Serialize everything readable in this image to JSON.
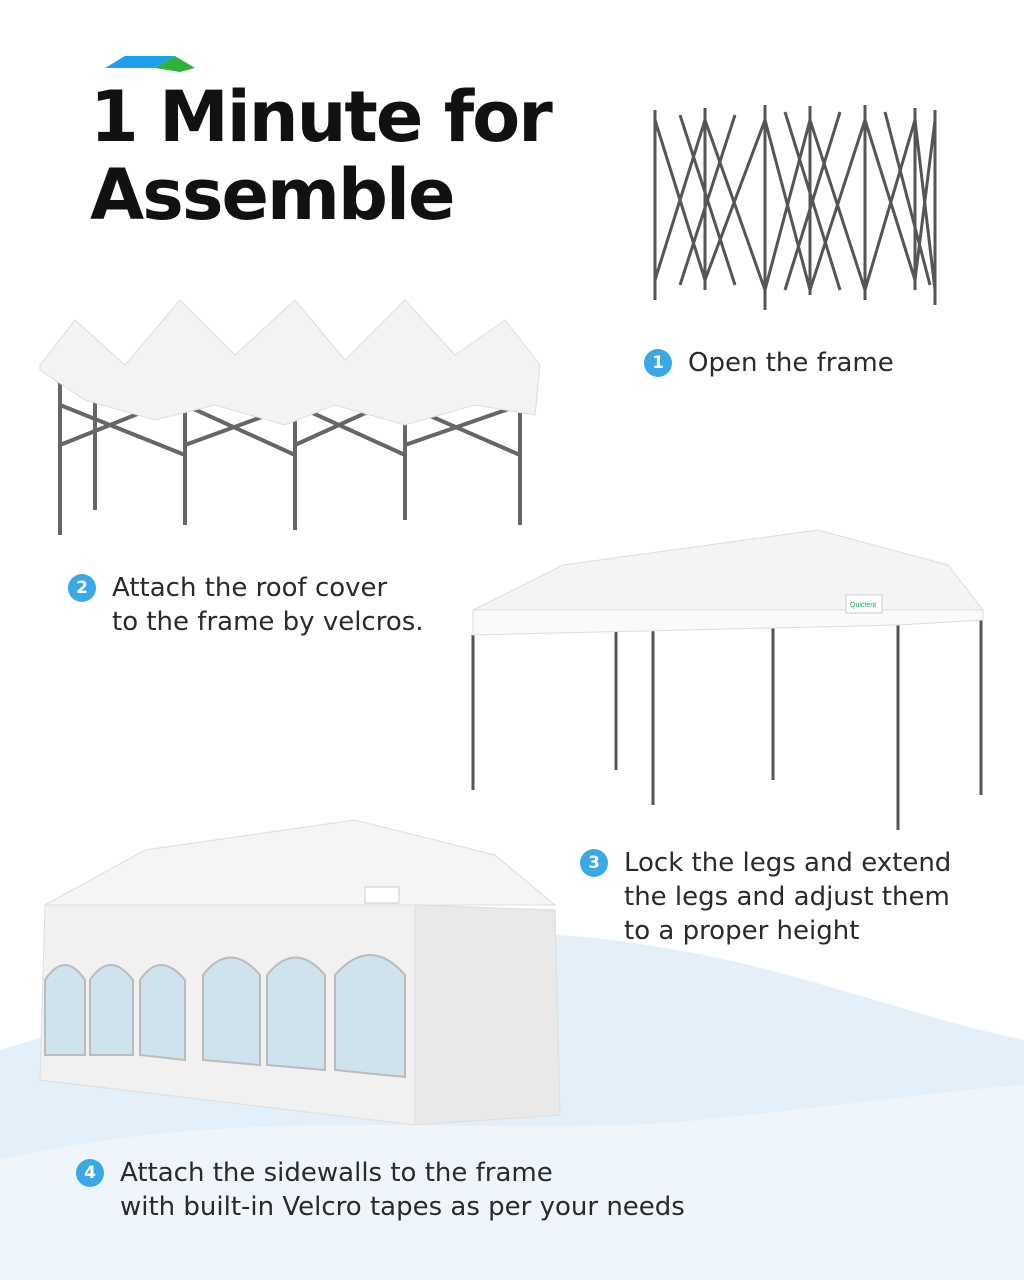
{
  "title_line1": "1 Minute for",
  "title_line2": "Assemble",
  "steps": [
    {
      "num": "1",
      "text": "Open the frame"
    },
    {
      "num": "2",
      "line1": "Attach the roof cover",
      "line2": "to the frame by velcros."
    },
    {
      "num": "3",
      "line1": "Lock the legs and extend",
      "line2": "the legs and adjust them",
      "line3": "to a proper height"
    },
    {
      "num": "4",
      "line1": "Attach the sidewalls to the frame",
      "line2": "with built-in Velcro tapes as per your needs"
    }
  ],
  "brand_label": "Quictent",
  "colors": {
    "accent": "#3aa7e6",
    "wave": "#dcecf7",
    "logo_blue": "#1fa0ee",
    "logo_green": "#2fb33a"
  }
}
